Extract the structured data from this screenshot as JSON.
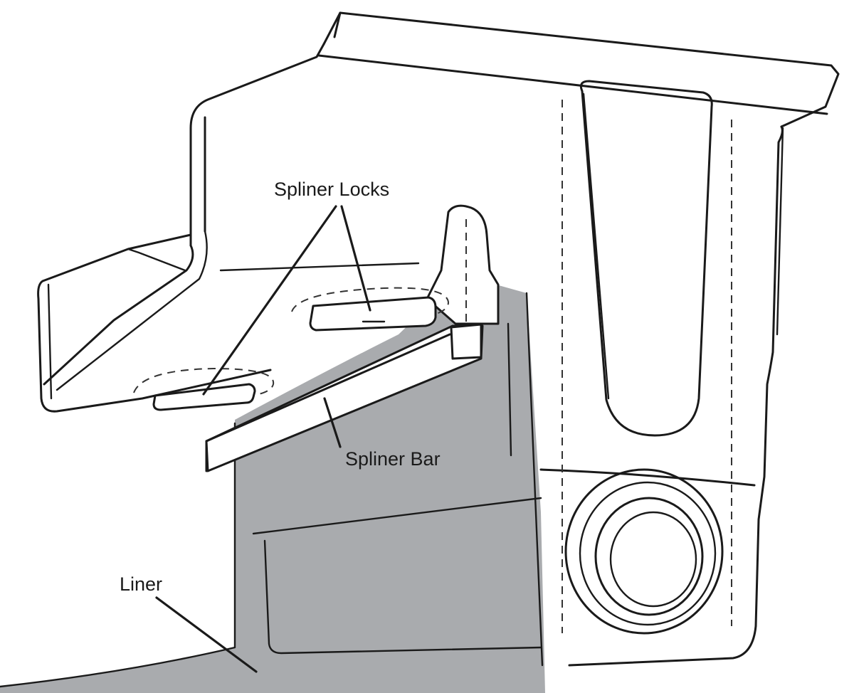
{
  "labels": {
    "spliner_locks": "Spliner Locks",
    "spliner_bar": "Spliner Bar",
    "liner": "Liner"
  },
  "colors": {
    "liner_fill": "#a9abae",
    "outline": "#1a1a1a",
    "background": "#ffffff"
  }
}
